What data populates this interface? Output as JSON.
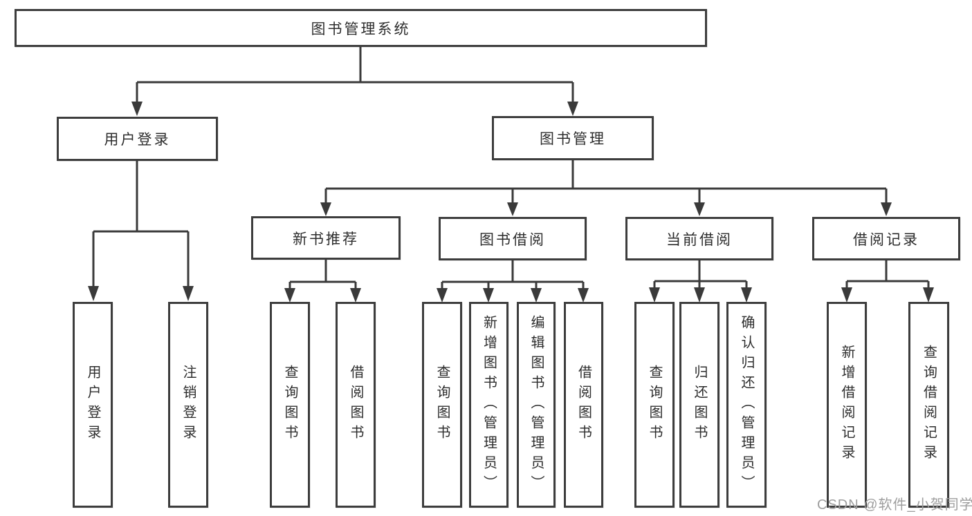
{
  "colors": {
    "bg": "#ffffff",
    "line": "#3a3a3a",
    "box-border": "#3d3d3d",
    "text": "#2d2d2d",
    "watermark": "#9e9e9e"
  },
  "tree": {
    "root": "图书管理系统",
    "children": [
      {
        "label": "用户登录",
        "children": [
          "用户登录",
          "注销登录"
        ]
      },
      {
        "label": "图书管理",
        "children": [
          {
            "label": "新书推荐",
            "children": [
              "查询图书",
              "借阅图书"
            ]
          },
          {
            "label": "图书借阅",
            "children": [
              "查询图书",
              "新增图书（管理员）",
              "编辑图书（管理员）",
              "借阅图书"
            ]
          },
          {
            "label": "当前借阅",
            "children": [
              "查询图书",
              "归还图书",
              "确认归还（管理员）"
            ]
          },
          {
            "label": "借阅记录",
            "children": [
              "新增借阅记录",
              "查询借阅记录"
            ]
          }
        ]
      }
    ]
  },
  "watermark": {
    "text": "CSDN @软件_小贺同学"
  }
}
